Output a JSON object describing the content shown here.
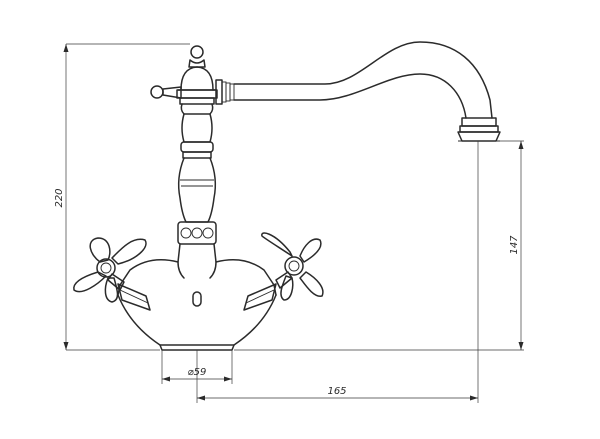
{
  "drawing": {
    "dimensions": {
      "overall_height": "220",
      "spout_height": "147",
      "base_diameter": "⌀59",
      "spout_reach": "165"
    }
  }
}
